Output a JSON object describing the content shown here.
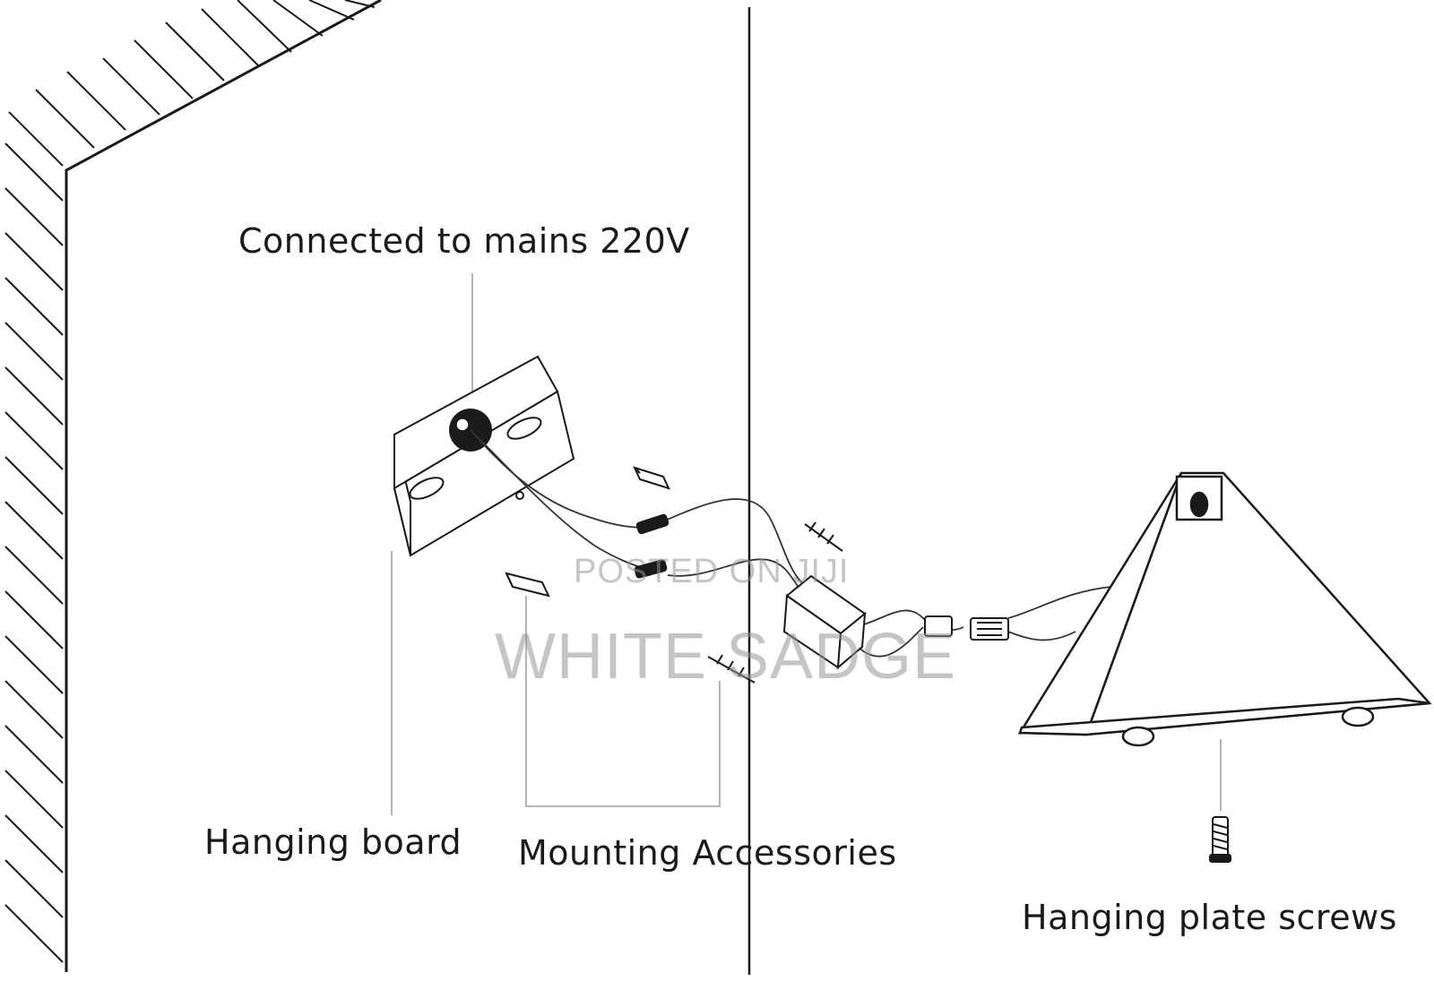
{
  "labels": {
    "mains": "Connected to mains 220V",
    "hanging_board": "Hanging board",
    "mounting_accessories": "Mounting Accessories",
    "hanging_plate_screws": "Hanging plate screws"
  },
  "watermark": {
    "line1": "POSTED ON JIJI",
    "line2": "WHITE SADGE"
  },
  "colors": {
    "ink": "#1a1a1a",
    "watermark": "#969696"
  }
}
